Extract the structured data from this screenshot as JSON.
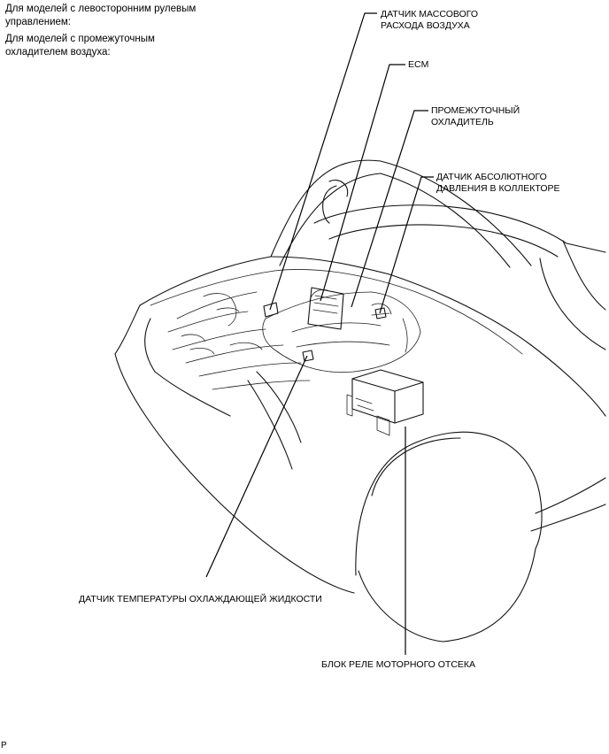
{
  "header": {
    "lines": [
      "Для моделей с левосторонним рулевым",
      "управлением:",
      "Для моделей с промежуточным",
      "охладителем воздуха:"
    ]
  },
  "labels": {
    "maf_line1": "ДАТЧИК МАССОВОГО",
    "maf_line2": "РАСХОДА ВОЗДУХА",
    "ecm": "ECM",
    "intercooler_line1": "ПРОМЕЖУТОЧНЫЙ",
    "intercooler_line2": "ОХЛАДИТЕЛЬ",
    "map_line1": "ДАТЧИК АБСОЛЮТНОГО",
    "map_line2": "ДАВЛЕНИЯ В КОЛЛЕКТОРЕ",
    "coolant_temp": "ДАТЧИК ТЕМПЕРАТУРЫ ОХЛАЖДАЮЩЕЙ ЖИДКОСТИ",
    "relay_block": "БЛОК РЕЛЕ МОТОРНОГО ОТСЕКА"
  },
  "footer": {
    "code": "P"
  }
}
